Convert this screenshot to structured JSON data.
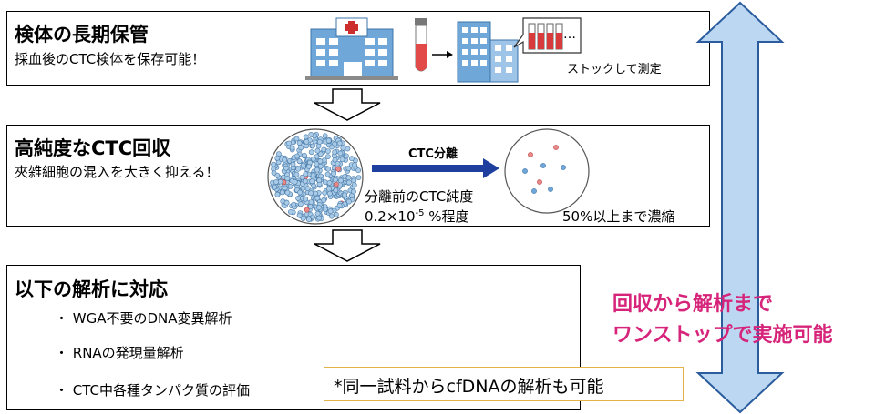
{
  "section1": {
    "title": "検体の長期保管",
    "subtitle": "採血後のCTC検体を保存可能！",
    "stock_label": "ストックして測定",
    "ellipsis": "…"
  },
  "section2": {
    "title": "高純度なCTC回収",
    "subtitle": "夾雑細胞の混入を大きく抑える！",
    "arrow_label": "CTC分離",
    "purity_line1": "分離前のCTC純度",
    "purity_value": "0.2×10",
    "purity_exp": "-5",
    "purity_suffix": " %程度",
    "enriched": "50%以上まで濃縮"
  },
  "section3": {
    "title": "以下の解析に対応",
    "items": [
      "・ WGA不要のDNA変異解析",
      "・ RNAの発現量解析",
      "・ CTC中各種タンパク質の評価"
    ],
    "note": "*同一試料からcfDNAの解析も可能"
  },
  "side": {
    "line1": "回収から解析まで",
    "line2": "ワンストップで実施可能"
  },
  "colors": {
    "accent_pink": "#d6247a",
    "arrow_blue": "#bcd7f2",
    "arrow_border": "#2b5c9e",
    "note_border": "#e4b24a"
  }
}
